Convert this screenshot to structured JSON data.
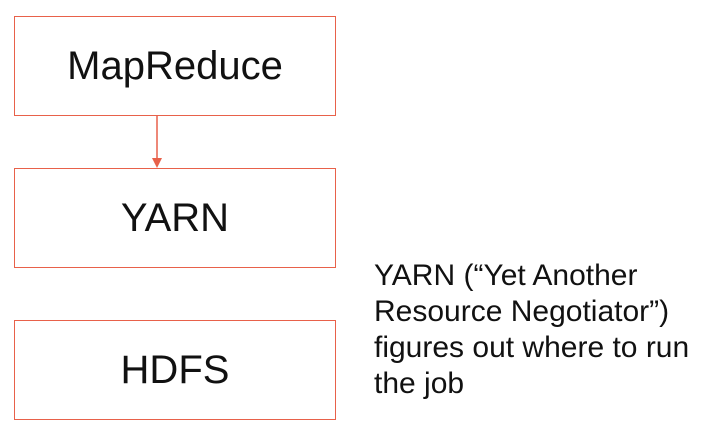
{
  "diagram": {
    "boxes": [
      {
        "label": "MapReduce"
      },
      {
        "label": "YARN"
      },
      {
        "label": "HDFS"
      }
    ],
    "note_lines": [
      "YARN (“Yet Another",
      "Resource Negotiator”)",
      "figures out where to run",
      "the job"
    ],
    "accent_color": "#e8614a"
  }
}
